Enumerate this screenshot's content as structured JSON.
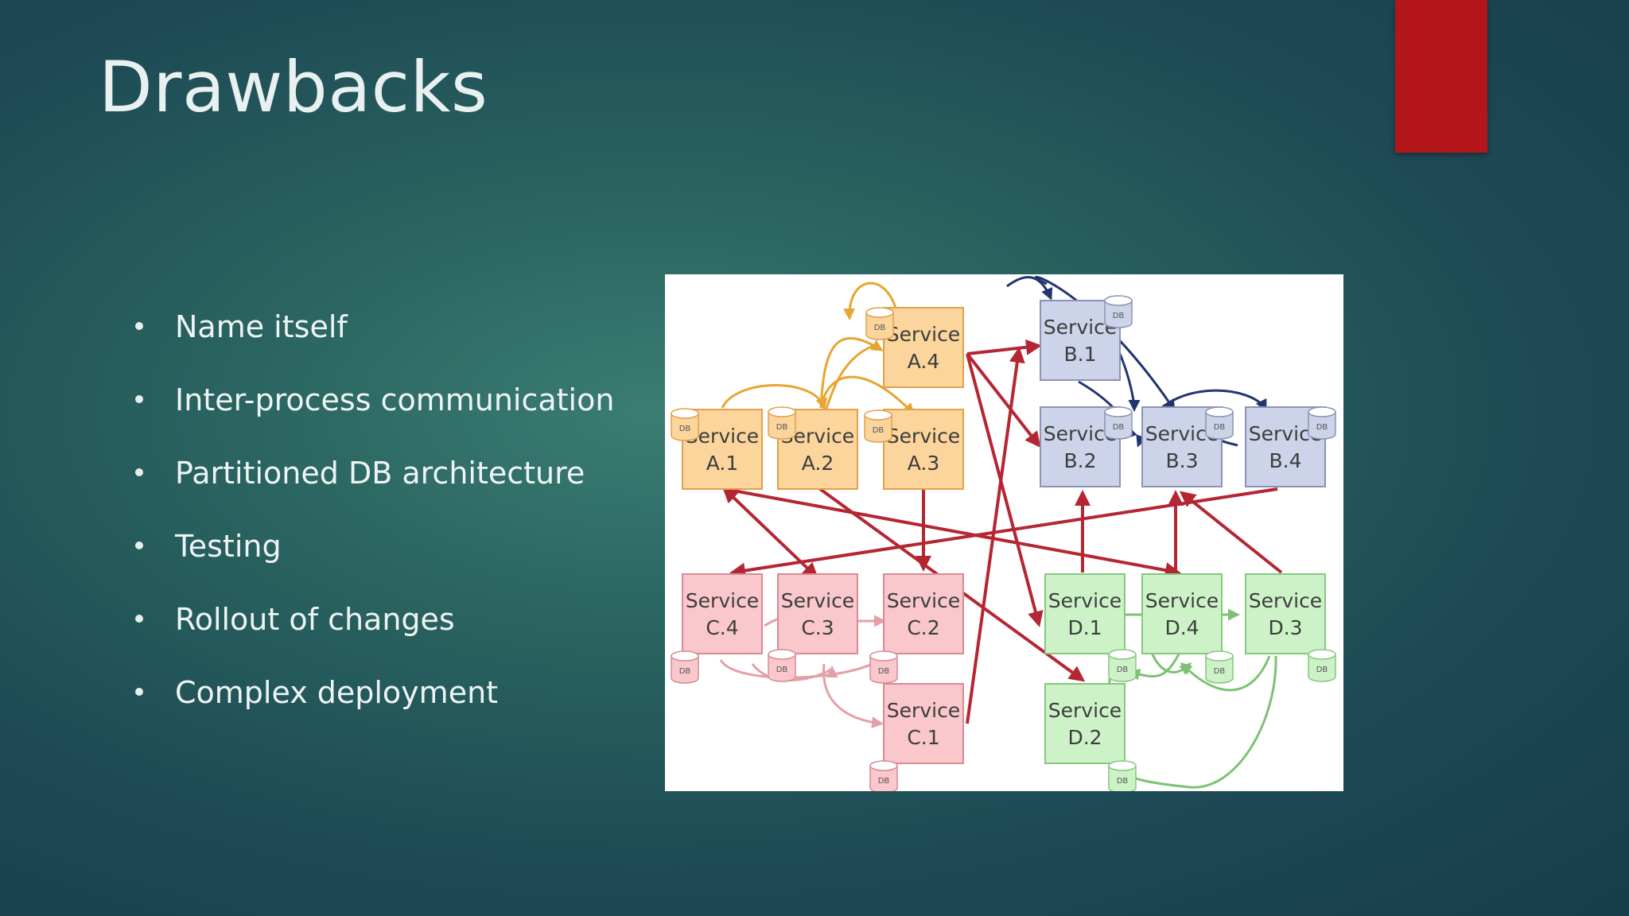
{
  "slide": {
    "title": "Drawbacks",
    "accent_color": "#b3161a"
  },
  "bullets": [
    "Name itself",
    "Inter-process communication",
    "Partitioned DB architecture",
    "Testing",
    "Rollout of changes",
    "Complex deployment"
  ],
  "diagram": {
    "db_label": "DB",
    "services": [
      {
        "line1": "Service",
        "line2": "A.1",
        "group": "A"
      },
      {
        "line1": "Service",
        "line2": "A.2",
        "group": "A"
      },
      {
        "line1": "Service",
        "line2": "A.3",
        "group": "A"
      },
      {
        "line1": "Service",
        "line2": "A.4",
        "group": "A"
      },
      {
        "line1": "Service",
        "line2": "B.1",
        "group": "B"
      },
      {
        "line1": "Service",
        "line2": "B.2",
        "group": "B"
      },
      {
        "line1": "Service",
        "line2": "B.3",
        "group": "B"
      },
      {
        "line1": "Service",
        "line2": "B.4",
        "group": "B"
      },
      {
        "line1": "Service",
        "line2": "C.4",
        "group": "C"
      },
      {
        "line1": "Service",
        "line2": "C.3",
        "group": "C"
      },
      {
        "line1": "Service",
        "line2": "C.2",
        "group": "C"
      },
      {
        "line1": "Service",
        "line2": "C.1",
        "group": "C"
      },
      {
        "line1": "Service",
        "line2": "D.1",
        "group": "D"
      },
      {
        "line1": "Service",
        "line2": "D.4",
        "group": "D"
      },
      {
        "line1": "Service",
        "line2": "D.3",
        "group": "D"
      },
      {
        "line1": "Service",
        "line2": "D.2",
        "group": "D"
      }
    ],
    "colors": {
      "A": {
        "fill": "#fbd59c",
        "stroke": "#e2a14a",
        "arrow": "#e8a531"
      },
      "B": {
        "fill": "#cdd3e8",
        "stroke": "#8a93b8",
        "arrow": "#22356e"
      },
      "C": {
        "fill": "#f9c7cc",
        "stroke": "#d98b93",
        "arrow": "#e3a0a6"
      },
      "D": {
        "fill": "#cdf2c8",
        "stroke": "#86c77e",
        "arrow": "#7cc272"
      },
      "cross": "#b52633"
    }
  }
}
